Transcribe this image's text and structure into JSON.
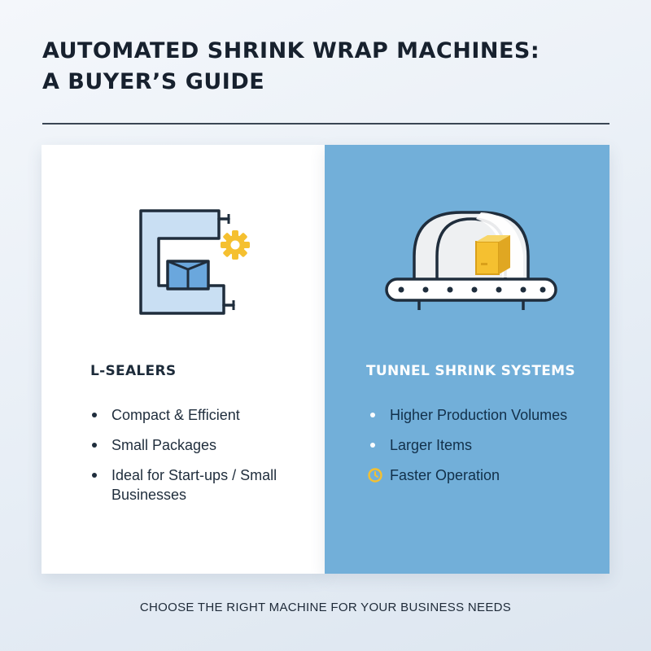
{
  "title": {
    "line1": "AUTOMATED SHRINK WRAP MACHINES:",
    "line2": "A BUYER’S GUIDE"
  },
  "left_panel": {
    "heading": "L-SEALERS",
    "illustration_icon": "l-sealer-machine-icon",
    "bullets": [
      "Compact & Efficient",
      "Small Packages",
      "Ideal for Start-ups / Small Businesses"
    ]
  },
  "right_panel": {
    "heading": "TUNNEL SHRINK SYSTEMS",
    "illustration_icon": "tunnel-conveyor-icon",
    "bullets": [
      {
        "text": "Higher Production Volumes",
        "icon": "dot"
      },
      {
        "text": "Larger Items",
        "icon": "dot"
      },
      {
        "text": "Faster Operation",
        "icon": "clock-icon"
      }
    ]
  },
  "footer": "CHOOSE THE RIGHT MACHINE FOR YOUR BUSINESS NEEDS",
  "colors": {
    "right_panel_bg": "#72afd9",
    "accent_yellow": "#f5c030",
    "dark_text": "#1d2b3a",
    "left_icon_fill": "#c9dff3",
    "box_blue": "#6aa7dd"
  }
}
